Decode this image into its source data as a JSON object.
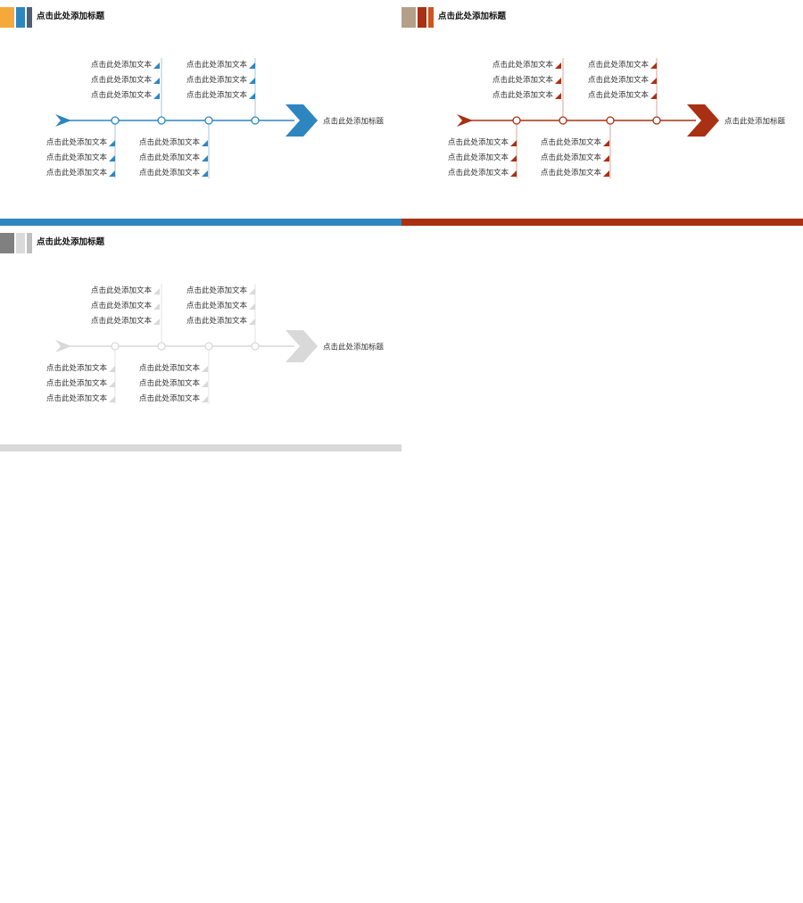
{
  "slides": [
    {
      "title": "点击此处添加标题",
      "end_label": "点击此处添加标题",
      "colors": {
        "chip1": "#F5A93B",
        "chip2": "#2E86C1",
        "chip3": "#4C5F75",
        "main": "#2E86C1",
        "thin": "#A9C7DA",
        "bar": "#2E86C1"
      },
      "top_left": [
        "点击此处添加文本",
        "点击此处添加文本",
        "点击此处添加文本"
      ],
      "top_right": [
        "点击此处添加文本",
        "点击此处添加文本",
        "点击此处添加文本"
      ],
      "bottom_left": [
        "点击此处添加文本",
        "点击此处添加文本",
        "点击此处添加文本"
      ],
      "bottom_right": [
        "点击此处添加文本",
        "点击此处添加文本",
        "点击此处添加文本"
      ]
    },
    {
      "title": "点击此处添加标题",
      "end_label": "点击此处添加标题",
      "colors": {
        "chip1": "#B4A088",
        "chip2": "#A93013",
        "chip3": "#D0531F",
        "main": "#A93013",
        "thin": "#D2A89D",
        "bar": "#A93013"
      },
      "top_left": [
        "点击此处添加文本",
        "点击此处添加文本",
        "点击此处添加文本"
      ],
      "top_right": [
        "点击此处添加文本",
        "点击此处添加文本",
        "点击此处添加文本"
      ],
      "bottom_left": [
        "点击此处添加文本",
        "点击此处添加文本",
        "点击此处添加文本"
      ],
      "bottom_right": [
        "点击此处添加文本",
        "点击此处添加文本",
        "点击此处添加文本"
      ]
    },
    {
      "title": "点击此处添加标题",
      "end_label": "点击此处添加标题",
      "colors": {
        "chip1": "#808080",
        "chip2": "#DADADA",
        "chip3": "#BFBFBF",
        "main": "#D9D9D9",
        "thin": "#E6E6E6",
        "bar": "#D9D9D9"
      },
      "top_left": [
        "点击此处添加文本",
        "点击此处添加文本",
        "点击此处添加文本"
      ],
      "top_right": [
        "点击此处添加文本",
        "点击此处添加文本",
        "点击此处添加文本"
      ],
      "bottom_left": [
        "点击此处添加文本",
        "点击此处添加文本",
        "点击此处添加文本"
      ],
      "bottom_right": [
        "点击此处添加文本",
        "点击此处添加文本",
        "点击此处添加文本"
      ]
    }
  ]
}
